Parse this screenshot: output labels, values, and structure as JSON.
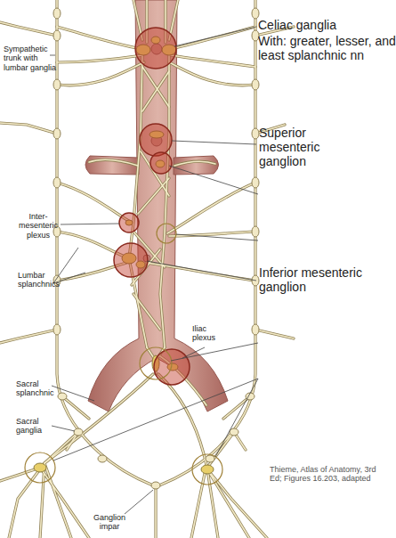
{
  "diagram": {
    "labels": [
      "Celiac ganglia",
      "With: greater, lesser, and least splanchnic nn",
      "Superior mesenteric ganglion",
      "Sympathetic trunk with lumbar ganglia",
      "Inter- mesenteric plexus",
      "Lumbar splanchnics",
      "Inferior mesenteric ganglion",
      "Iliac plexus",
      "Sacral splanchnic",
      "Sacral ganglia",
      "Ganglion impar",
      "Thieme, Atlas of Anatomy, 3rd Ed; Figures 16.203, adapted"
    ]
  }
}
